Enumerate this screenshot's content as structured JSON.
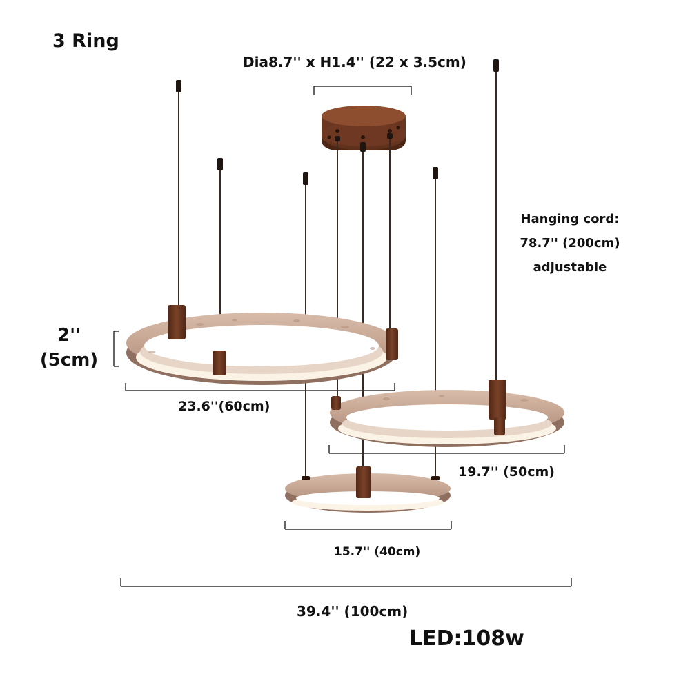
{
  "labels": {
    "title": "3 Ring",
    "canopy_dimension": "Dia8.7'' x H1.4'' (22 x 3.5cm)",
    "cord_line1": "Hanging cord:",
    "cord_line2": "78.7'' (200cm)",
    "cord_line3": "adjustable",
    "ring_height_in": "2''",
    "ring_height_cm": "(5cm)",
    "large_ring_width": "23.6''(60cm)",
    "medium_ring_width": "19.7'' (50cm)",
    "small_ring_width": "15.7'' (40cm)",
    "overall_width": "39.4'' (100cm)",
    "power": "LED:108w"
  },
  "colors": {
    "travertine": "#c9aa97",
    "travertine_dark": "#a88674",
    "walnut": "#6a3a24",
    "light_glow": "#fbf4e6",
    "line": "#333333"
  }
}
